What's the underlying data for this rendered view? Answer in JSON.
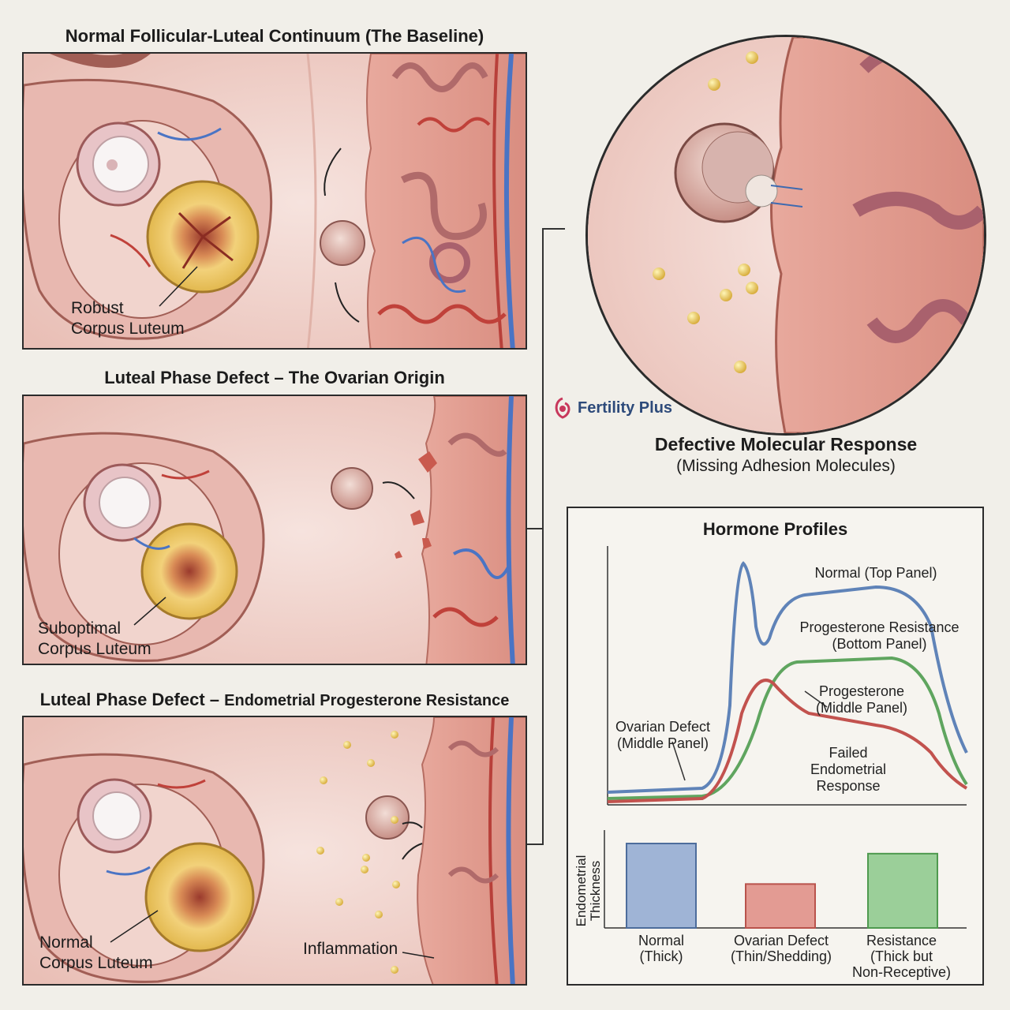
{
  "panels": {
    "top": {
      "title": "Normal Follicular-Luteal Continuum (The Baseline)",
      "callout_line1": "Robust",
      "callout_line2": "Corpus Luteum"
    },
    "middle": {
      "title": "Luteal Phase Defect – The Ovarian Origin",
      "callout_line1": "Suboptimal",
      "callout_line2": "Corpus Luteum"
    },
    "bottom": {
      "title_part1": "Luteal Phase Defect –",
      "title_part2": "Endometrial Progesterone Resistance",
      "callout_line1": "Normal",
      "callout_line2": "Corpus Luteum",
      "inflammation_label": "Inflammation"
    }
  },
  "zoom": {
    "title": "Defective Molecular Response",
    "subtitle": "(Missing Adhesion Molecules)"
  },
  "logo": {
    "text": "Fertility Plus"
  },
  "chart": {
    "title": "Hormone Profiles",
    "labels": {
      "normal": "Normal (Top Panel)",
      "resistance_line1": "Progesterone Resistance",
      "resistance_line2": "(Bottom Panel)",
      "progesterone_line1": "Progesterone",
      "progesterone_line2": "(Middle Panel)",
      "ovarian_line1": "Ovarian Defect",
      "ovarian_line2": "(Middle Panel)",
      "failed_line1": "Failed",
      "failed_line2": "Endometrial",
      "failed_line3": "Response"
    },
    "bar_axis_label_line1": "Endometrial",
    "bar_axis_label_line2": "Thickness",
    "colors": {
      "normal": "#5f83b8",
      "ovarian": "#c2524e",
      "resistance": "#5fa55f"
    }
  },
  "chart_data": {
    "type": "bar",
    "ylabel": "Endometrial Thickness",
    "categories": [
      "Normal (Thick)",
      "Ovarian Defect (Thin/Shedding)",
      "Resistance (Thick but Non-Receptive)"
    ],
    "values": [
      1.0,
      0.52,
      0.88
    ],
    "bars": [
      {
        "line1": "Normal",
        "line2": "(Thick)",
        "line3": "",
        "color": "#9fb4d6",
        "stroke": "#4d6d9c"
      },
      {
        "line1": "Ovarian Defect",
        "line2": "(Thin/Shedding)",
        "line3": "",
        "color": "#e39b93",
        "stroke": "#b9534c"
      },
      {
        "line1": "Resistance",
        "line2": "(Thick but",
        "line3": "Non-Receptive)",
        "color": "#9bcf99",
        "stroke": "#4f9a4f"
      }
    ]
  }
}
